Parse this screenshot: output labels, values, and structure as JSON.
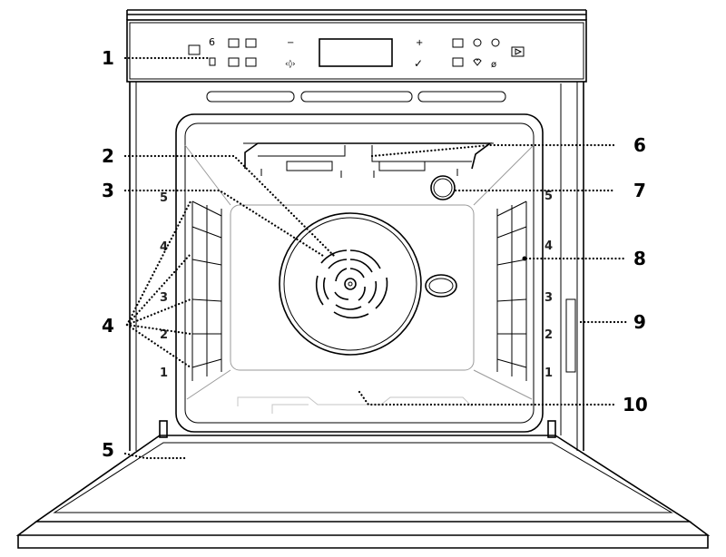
{
  "callouts": [
    {
      "id": "1",
      "label": "1"
    },
    {
      "id": "2",
      "label": "2"
    },
    {
      "id": "3",
      "label": "3"
    },
    {
      "id": "4",
      "label": "4"
    },
    {
      "id": "5",
      "label": "5"
    },
    {
      "id": "6",
      "label": "6"
    },
    {
      "id": "7",
      "label": "7"
    },
    {
      "id": "8",
      "label": "8"
    },
    {
      "id": "9",
      "label": "9"
    },
    {
      "id": "10",
      "label": "10"
    }
  ],
  "shelf_levels": {
    "left": [
      "5",
      "4",
      "3",
      "2",
      "1"
    ],
    "right": [
      "5",
      "4",
      "3",
      "2",
      "1"
    ]
  },
  "control_panel": {
    "minus_symbol": "−",
    "plus_symbol": "+",
    "check_symbol": "✓"
  }
}
